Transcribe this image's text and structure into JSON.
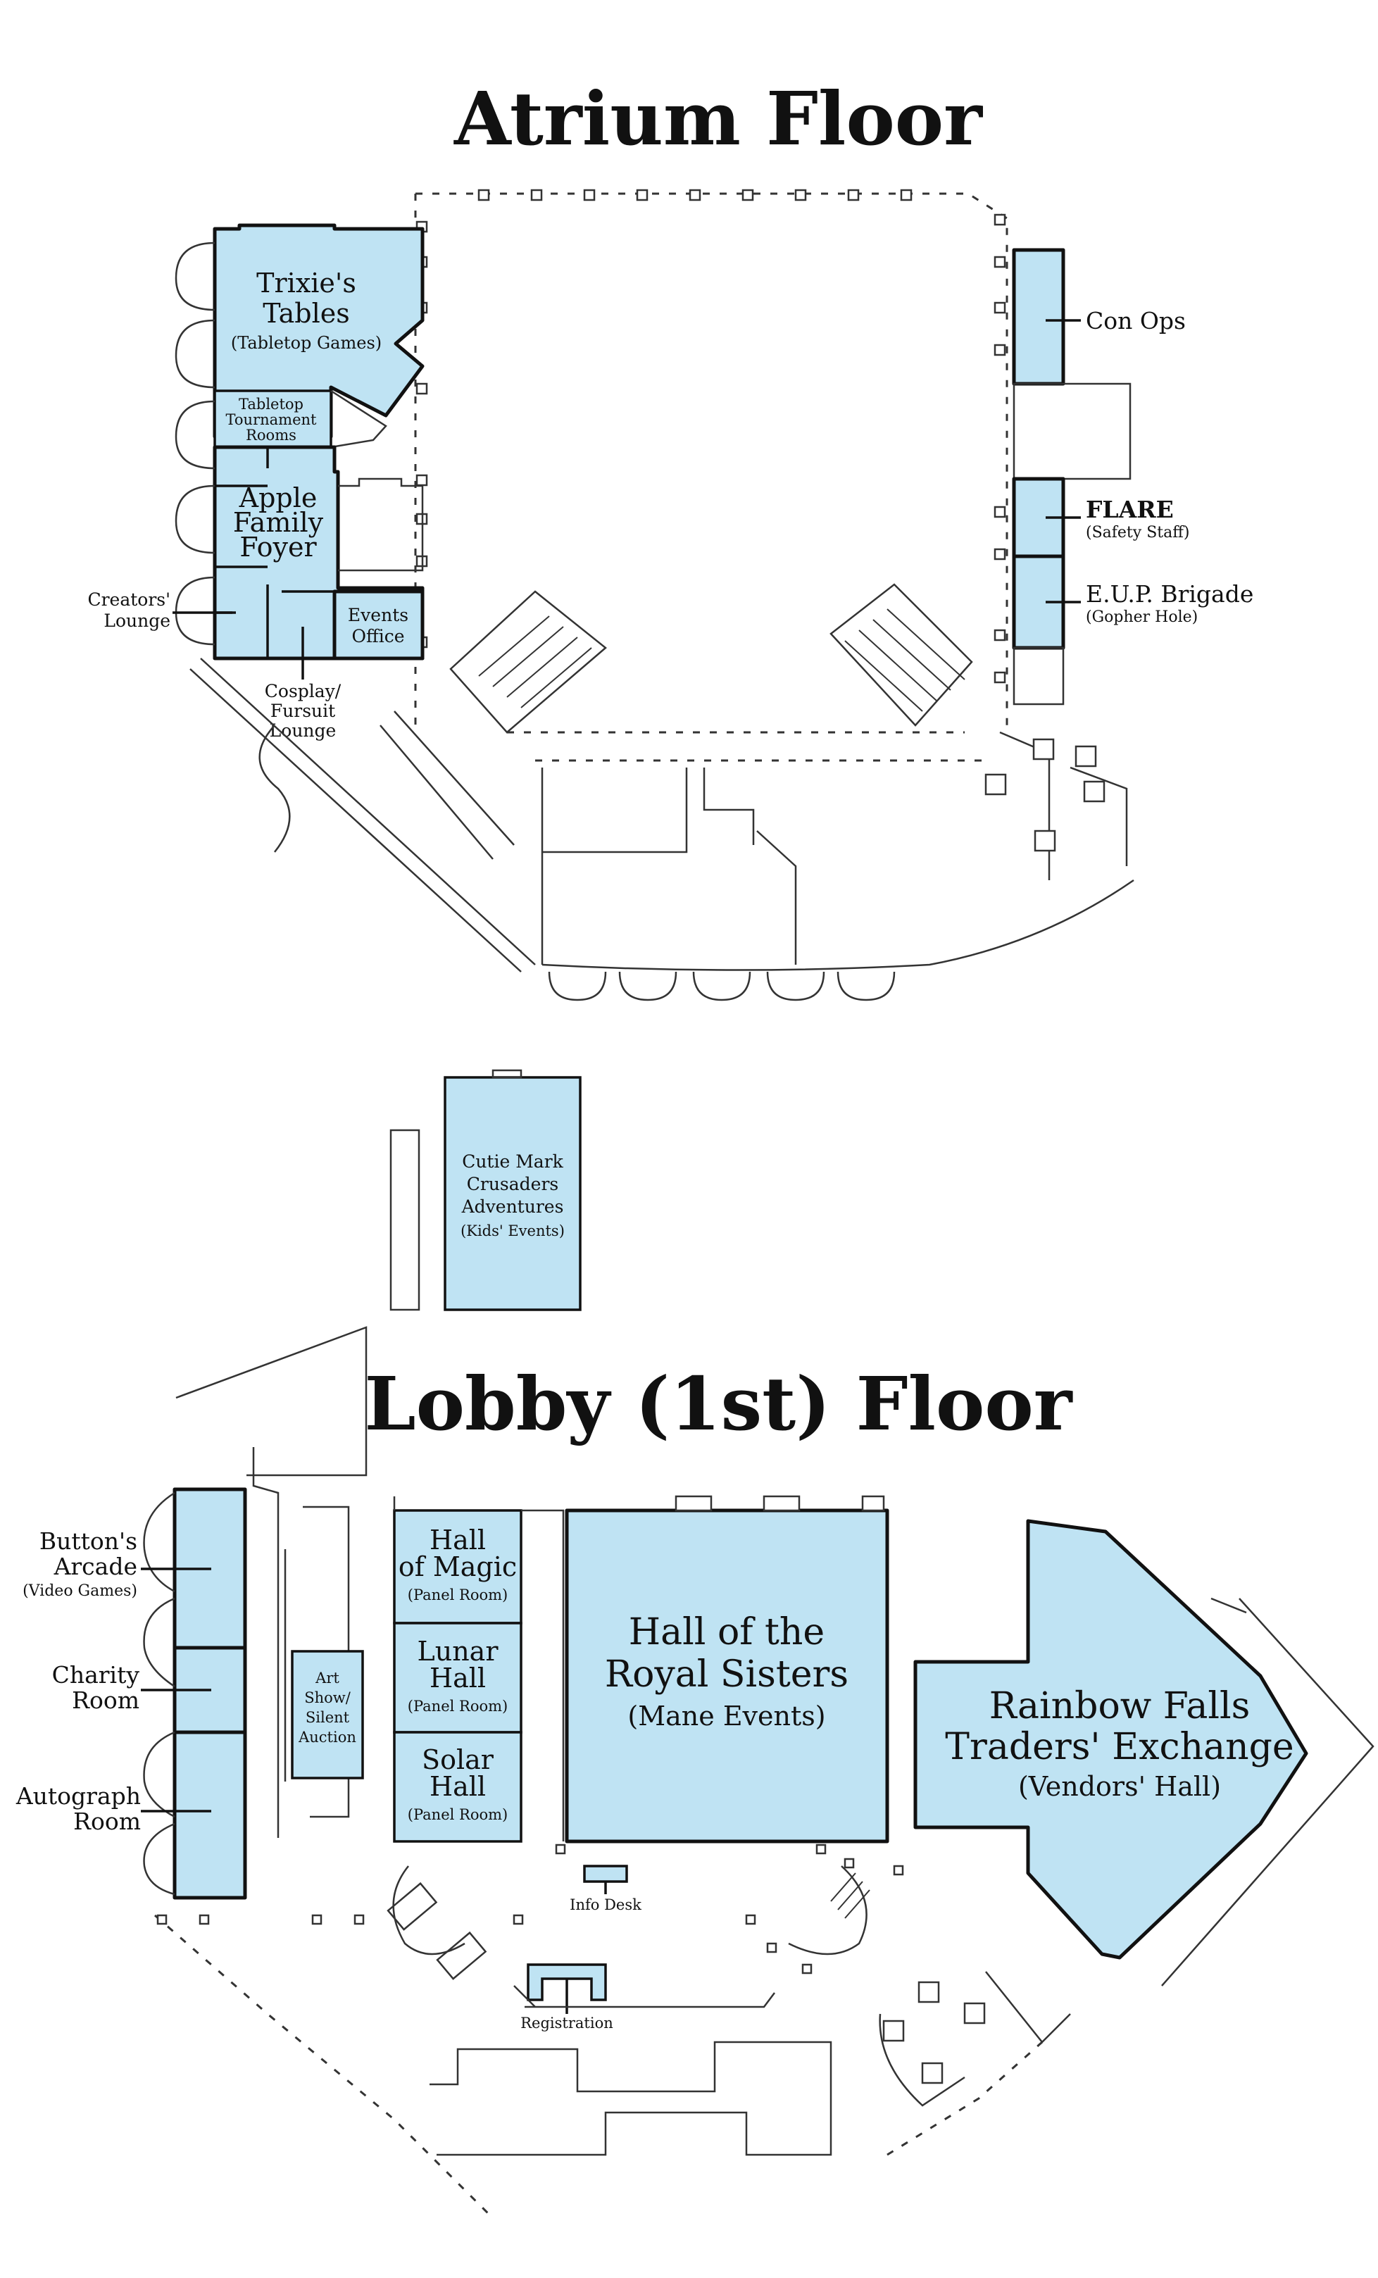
{
  "floors": {
    "atrium": {
      "title": "Atrium Floor",
      "rooms": {
        "trixies_tables": {
          "name_1": "Trixie's",
          "name_2": "Tables",
          "sub": "(Tabletop Games)"
        },
        "tournament": {
          "line_1": "Tabletop",
          "line_2": "Tournament",
          "line_3": "Rooms"
        },
        "apple_family": {
          "line_1": "Apple",
          "line_2": "Family",
          "line_3": "Foyer"
        },
        "events_office": {
          "line_1": "Events",
          "line_2": "Office"
        },
        "con_ops": {
          "name": "Con Ops"
        },
        "flare": {
          "name": "FLARE",
          "sub": "(Safety Staff)"
        },
        "eup": {
          "name": "E.U.P. Brigade",
          "sub": "(Gopher Hole)"
        }
      },
      "callouts": {
        "creators_lounge": {
          "line_1": "Creators'",
          "line_2": "Lounge"
        },
        "cosplay": {
          "line_1": "Cosplay/",
          "line_2": "Fursuit",
          "line_3": "Lounge"
        }
      }
    },
    "cmc": {
      "line_1": "Cutie Mark",
      "line_2": "Crusaders",
      "line_3": "Adventures",
      "sub": "(Kids' Events)"
    },
    "lobby": {
      "title": "Lobby (1st) Floor",
      "rooms": {
        "hall_of_magic": {
          "line_1": "Hall",
          "line_2": "of Magic",
          "sub": "(Panel Room)"
        },
        "lunar_hall": {
          "line_1": "Lunar",
          "line_2": "Hall",
          "sub": "(Panel Room)"
        },
        "solar_hall": {
          "line_1": "Solar",
          "line_2": "Hall",
          "sub": "(Panel Room)"
        },
        "royal_sisters": {
          "line_1": "Hall of the",
          "line_2": "Royal Sisters",
          "sub": "(Mane Events)"
        },
        "rainbow_falls": {
          "line_1": "Rainbow Falls",
          "line_2": "Traders' Exchange",
          "sub": "(Vendors' Hall)"
        },
        "art_show": {
          "line_1": "Art",
          "line_2": "Show/",
          "line_3": "Silent",
          "line_4": "Auction"
        }
      },
      "callouts": {
        "buttons_arcade": {
          "line_1": "Button's",
          "line_2": "Arcade",
          "sub": "(Video Games)"
        },
        "charity_room": {
          "line_1": "Charity",
          "line_2": "Room"
        },
        "autograph_room": {
          "line_1": "Autograph",
          "line_2": "Room"
        },
        "info_desk": {
          "label": "Info Desk"
        },
        "registration": {
          "label": "Registration"
        }
      }
    }
  },
  "colors": {
    "room_fill": "#bfe3f3",
    "outline": "#111111",
    "background": "#ffffff"
  }
}
